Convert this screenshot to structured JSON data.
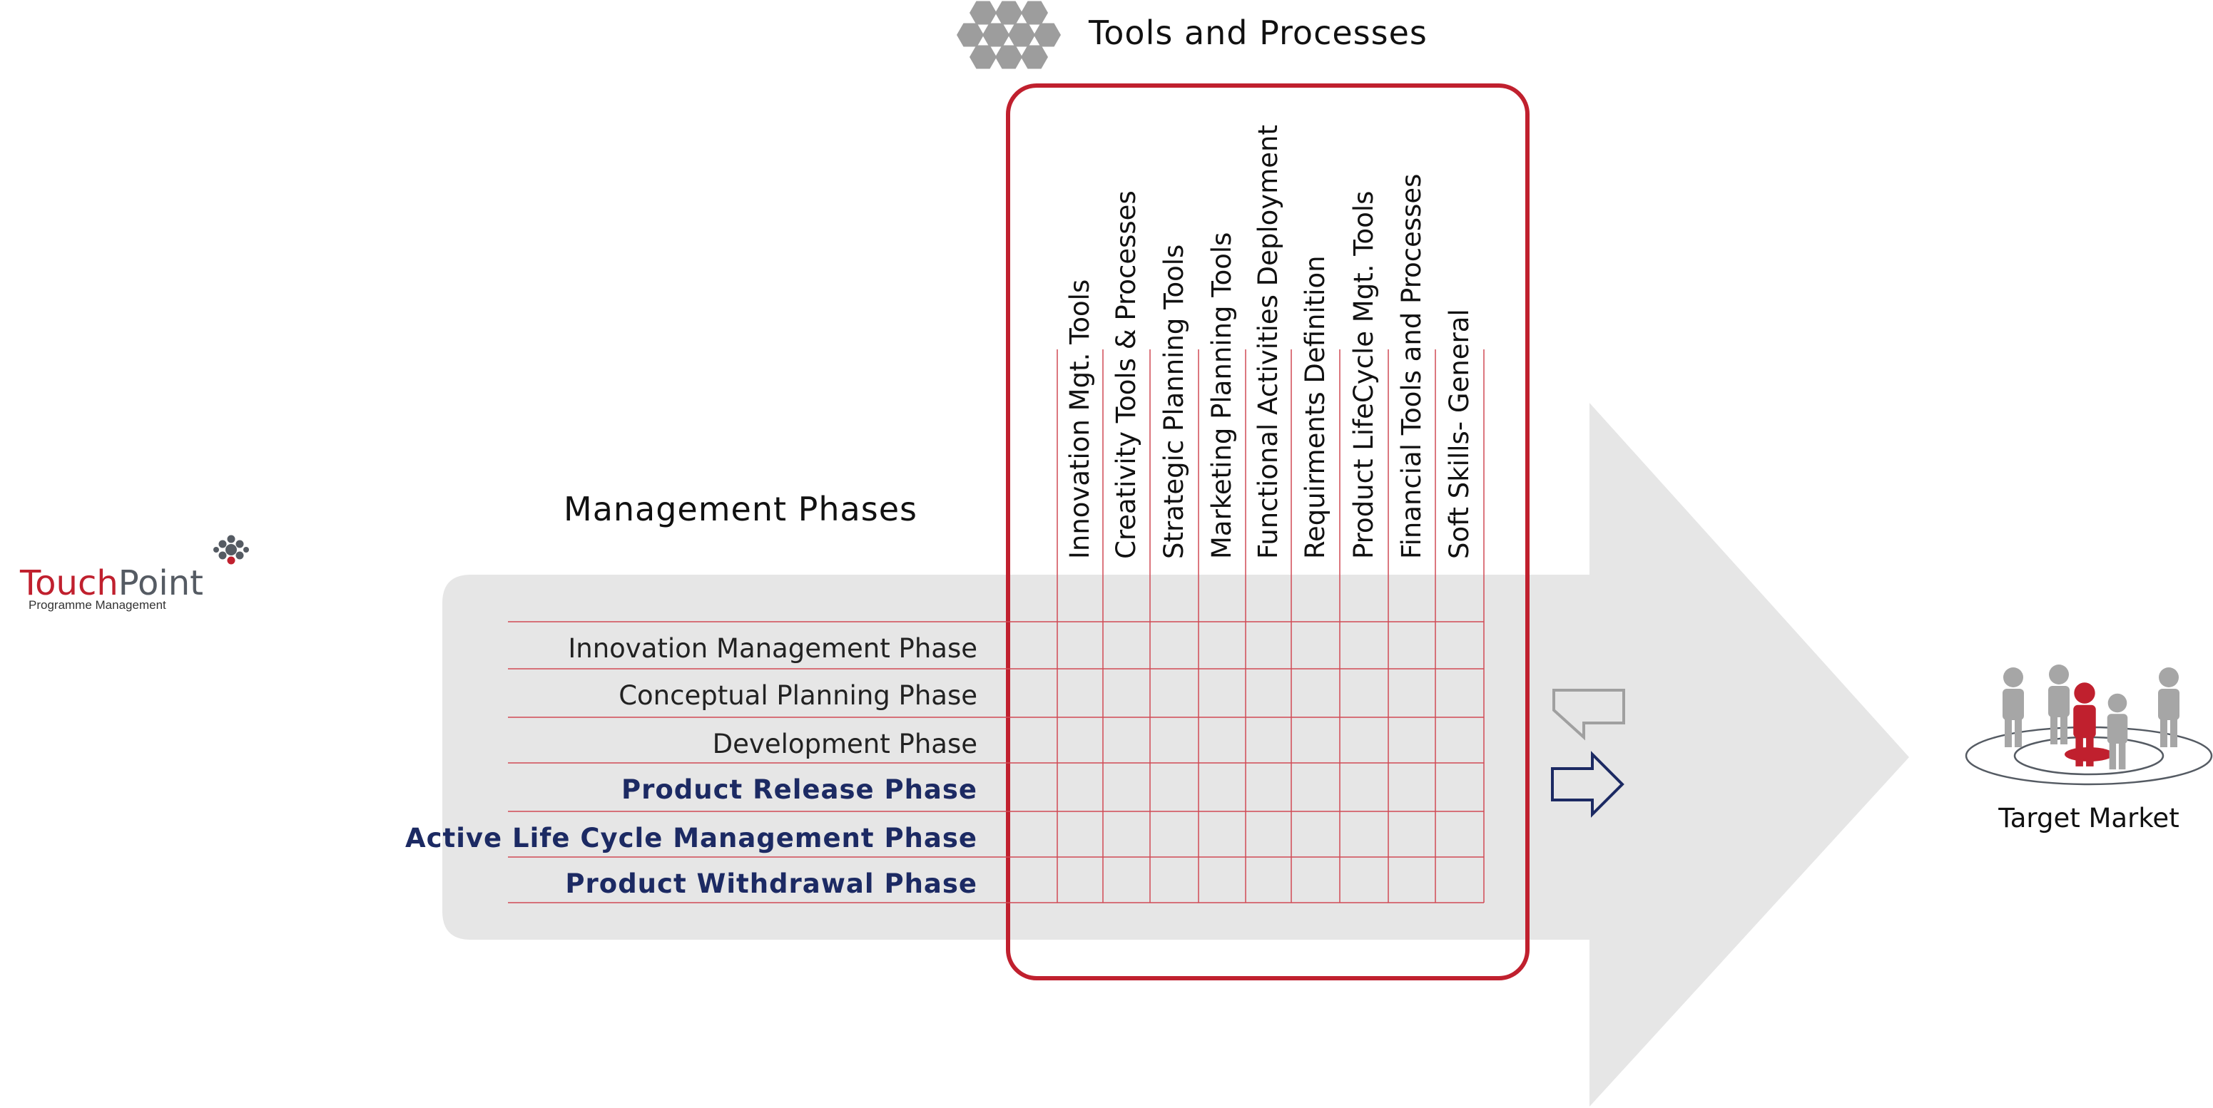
{
  "logo": {
    "name_part1": "Touch",
    "name_part2": "Point",
    "subtitle": "Programme Management",
    "icon": "dots-cluster-icon"
  },
  "tools_heading": {
    "icon": "hexagon-cluster-icon",
    "title": "Tools and Processes"
  },
  "phases_heading": "Management Phases",
  "tools": [
    "Innovation Mgt. Tools",
    "Creativity Tools & Processes",
    "Strategic Planning Tools",
    "Marketing Planning Tools",
    "Functional Activities Deployment",
    "Requirments Definition",
    "Product LifeCycle Mgt. Tools",
    "Financial Tools and Processes",
    "Soft Skills- General"
  ],
  "phases": [
    {
      "label": "Innovation Management Phase",
      "emphasis": false
    },
    {
      "label": "Conceptual Planning Phase",
      "emphasis": false
    },
    {
      "label": "Development Phase",
      "emphasis": false
    },
    {
      "label": "Product Release Phase",
      "emphasis": true
    },
    {
      "label": "Active Life Cycle Management Phase",
      "emphasis": true
    },
    {
      "label": "Product Withdrawal Phase",
      "emphasis": true
    }
  ],
  "feedback_arrows": [
    {
      "icon": "outline-arrow-left-icon",
      "color": "#9a9a9a"
    },
    {
      "icon": "outline-arrow-right-icon",
      "color": "#1c2a63"
    }
  ],
  "target": {
    "icon": "target-audience-icon",
    "label": "Target Market"
  },
  "colors": {
    "accent_red": "#c0202e",
    "navy": "#1c2a63",
    "arrow_gray": "#e6e6e6",
    "icon_gray": "#a6a6a6",
    "hex_gray": "#9d9d9d"
  }
}
